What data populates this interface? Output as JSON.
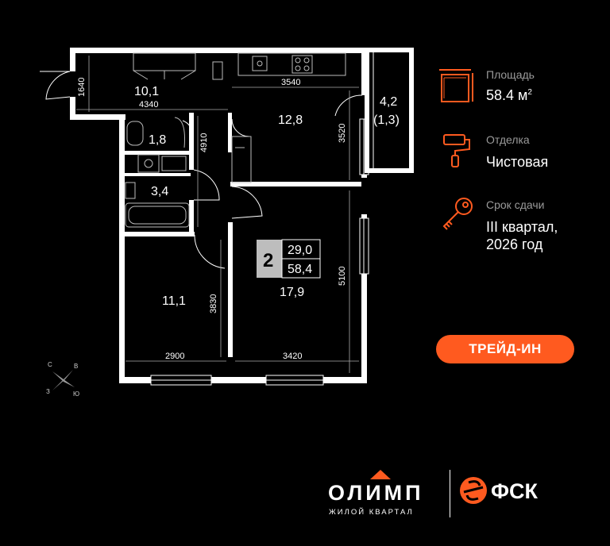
{
  "plan": {
    "rooms": {
      "r1": "10,1",
      "r2": "1,8",
      "r3": "3,4",
      "r4": "11,1",
      "r5": "12,8",
      "r6": "17,9",
      "r7a": "4,2",
      "r7b": "(1,3)"
    },
    "dims": {
      "d1640": "1640",
      "d4340": "4340",
      "d3540": "3540",
      "d4910": "4910",
      "d3520": "3520",
      "d3830": "3830",
      "d5100": "5100",
      "d2900": "2900",
      "d3420": "3420"
    },
    "badge": {
      "rooms": "2",
      "living": "29,0",
      "total": "58,4"
    },
    "compass": {
      "n": "С",
      "e": "В",
      "w": "З",
      "s": "Ю"
    }
  },
  "info": {
    "area_label": "Площадь",
    "area_value": "58.4 м",
    "area_unit_sup": "2",
    "finish_label": "Отделка",
    "finish_value": "Чистовая",
    "deadline_label": "Срок сдачи",
    "deadline_line1": "III квартал,",
    "deadline_line2": "2026 год"
  },
  "trade_in": "ТРЕЙД-ИН",
  "brand": {
    "olimp": "ОЛИМП",
    "olimp_sub": "ЖИЛОЙ КВАРТАЛ",
    "fsk": "ФСК"
  },
  "colors": {
    "accent": "#ff5a1f",
    "background": "#000000",
    "wall": "#ffffff"
  }
}
